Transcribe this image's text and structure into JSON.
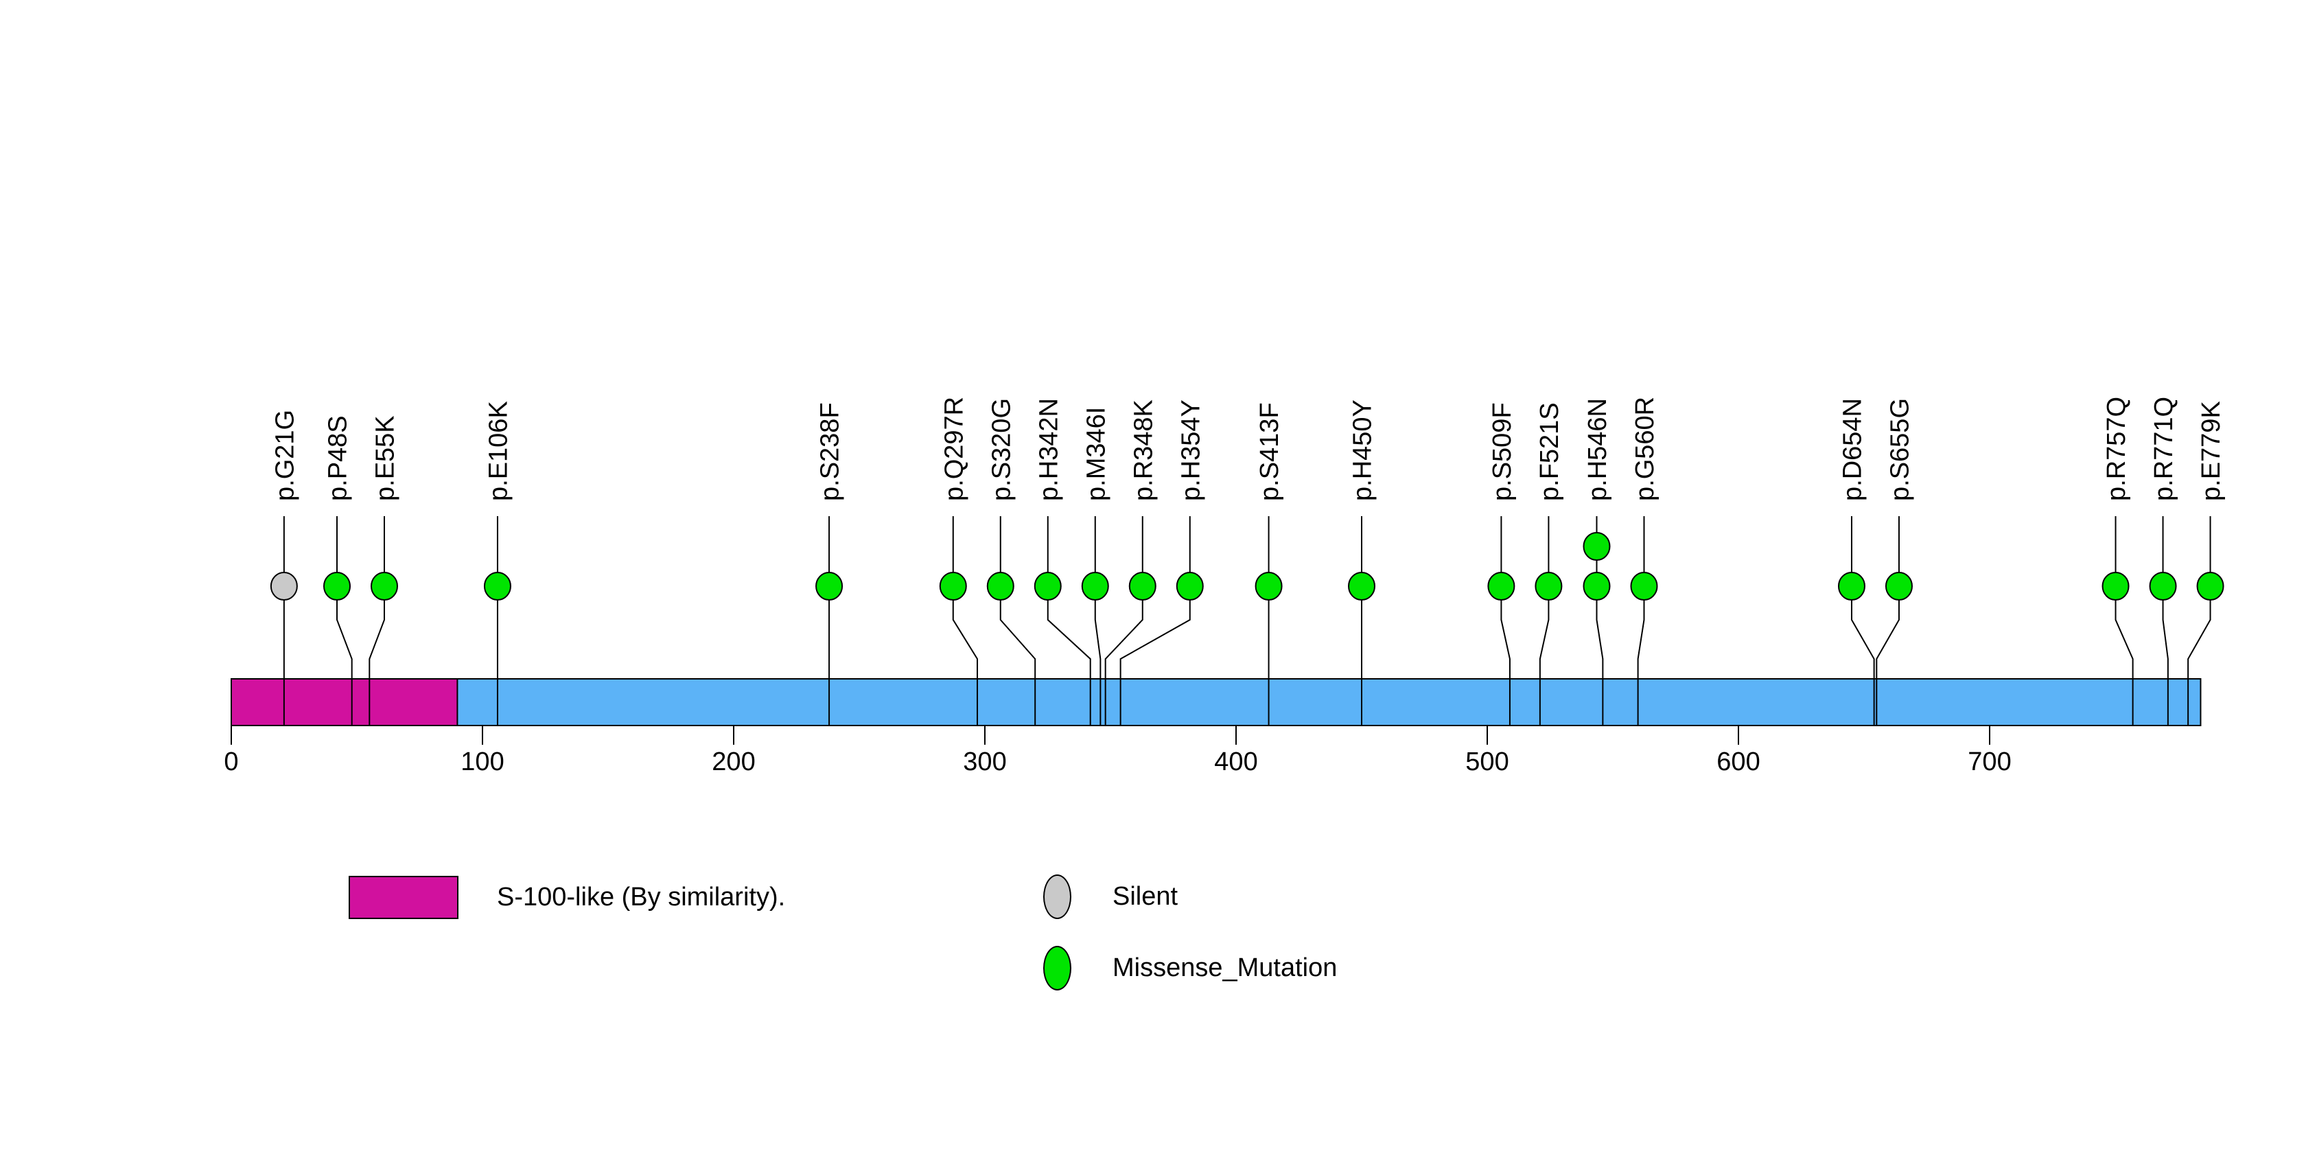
{
  "chart_data": {
    "type": "lollipop",
    "protein_length": 784,
    "xlim": [
      0,
      784
    ],
    "axis_ticks": [
      0,
      100,
      200,
      300,
      400,
      500,
      600,
      700
    ],
    "bar_color": "#5CB3F7",
    "background_color": "#FFFFFF",
    "domains": [
      {
        "name": "S-100-like (By similarity).",
        "start": 1,
        "end": 90,
        "color": "#D1119E"
      }
    ],
    "mutation_types": [
      {
        "label": "Silent",
        "color": "#C9C9C9"
      },
      {
        "label": "Missense_Mutation",
        "color": "#00E400"
      }
    ],
    "mutations": [
      {
        "label": "p.G21G",
        "pos": 21,
        "type": "Silent",
        "count": 1
      },
      {
        "label": "p.P48S",
        "pos": 48,
        "type": "Missense_Mutation",
        "count": 1
      },
      {
        "label": "p.E55K",
        "pos": 55,
        "type": "Missense_Mutation",
        "count": 1
      },
      {
        "label": "p.E106K",
        "pos": 106,
        "type": "Missense_Mutation",
        "count": 1
      },
      {
        "label": "p.S238F",
        "pos": 238,
        "type": "Missense_Mutation",
        "count": 1
      },
      {
        "label": "p.Q297R",
        "pos": 297,
        "type": "Missense_Mutation",
        "count": 1
      },
      {
        "label": "p.S320G",
        "pos": 320,
        "type": "Missense_Mutation",
        "count": 1
      },
      {
        "label": "p.H342N",
        "pos": 342,
        "type": "Missense_Mutation",
        "count": 1
      },
      {
        "label": "p.M346I",
        "pos": 346,
        "type": "Missense_Mutation",
        "count": 1
      },
      {
        "label": "p.R348K",
        "pos": 348,
        "type": "Missense_Mutation",
        "count": 1
      },
      {
        "label": "p.H354Y",
        "pos": 354,
        "type": "Missense_Mutation",
        "count": 1
      },
      {
        "label": "p.S413F",
        "pos": 413,
        "type": "Missense_Mutation",
        "count": 1
      },
      {
        "label": "p.H450Y",
        "pos": 450,
        "type": "Missense_Mutation",
        "count": 1
      },
      {
        "label": "p.S509F",
        "pos": 509,
        "type": "Missense_Mutation",
        "count": 1
      },
      {
        "label": "p.F521S",
        "pos": 521,
        "type": "Missense_Mutation",
        "count": 1
      },
      {
        "label": "p.H546N",
        "pos": 546,
        "type": "Missense_Mutation",
        "count": 2
      },
      {
        "label": "p.G560R",
        "pos": 560,
        "type": "Missense_Mutation",
        "count": 1
      },
      {
        "label": "p.D654N",
        "pos": 654,
        "type": "Missense_Mutation",
        "count": 1
      },
      {
        "label": "p.S655G",
        "pos": 655,
        "type": "Missense_Mutation",
        "count": 1
      },
      {
        "label": "p.R757Q",
        "pos": 757,
        "type": "Missense_Mutation",
        "count": 1
      },
      {
        "label": "p.R771Q",
        "pos": 771,
        "type": "Missense_Mutation",
        "count": 1
      },
      {
        "label": "p.E779K",
        "pos": 779,
        "type": "Missense_Mutation",
        "count": 1
      }
    ]
  },
  "legend": {
    "domain_label": "S-100-like (By similarity).",
    "silent_label": "Silent",
    "missense_label": "Missense_Mutation"
  }
}
